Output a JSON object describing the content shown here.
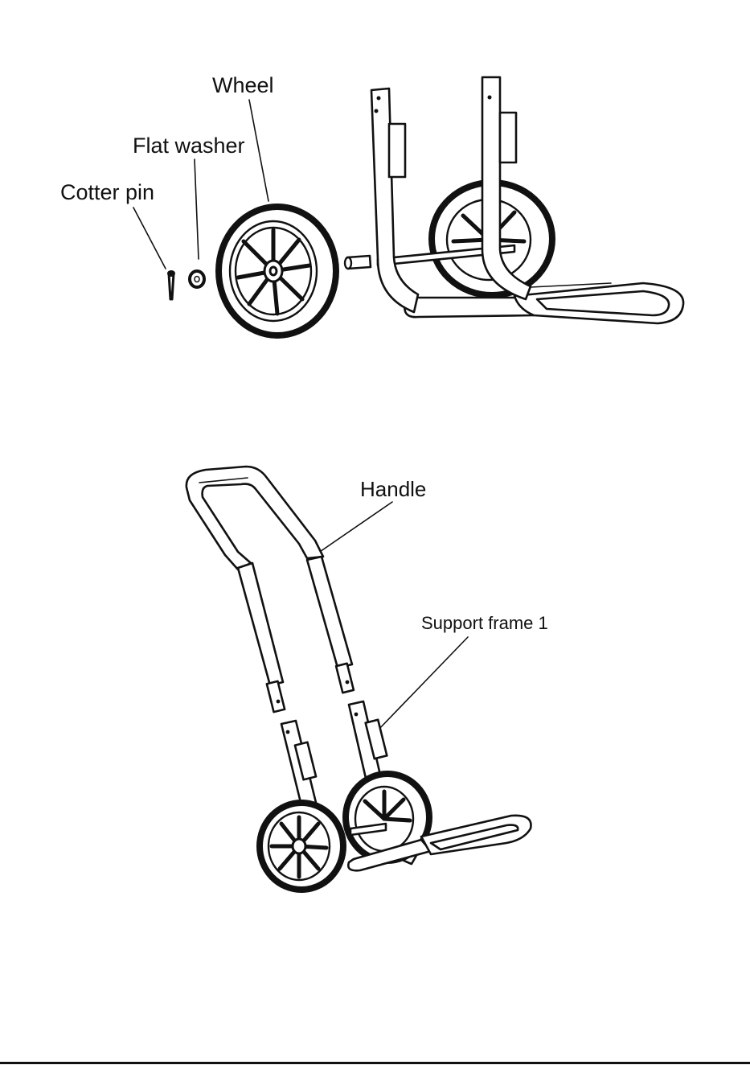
{
  "figure1": {
    "labels": {
      "wheel": "Wheel",
      "flat_washer": "Flat washer",
      "cotter_pin": "Cotter pin"
    }
  },
  "figure2": {
    "labels": {
      "handle": "Handle",
      "support_frame": "Support frame 1"
    }
  },
  "colors": {
    "ink": "#111111",
    "background": "#ffffff"
  }
}
